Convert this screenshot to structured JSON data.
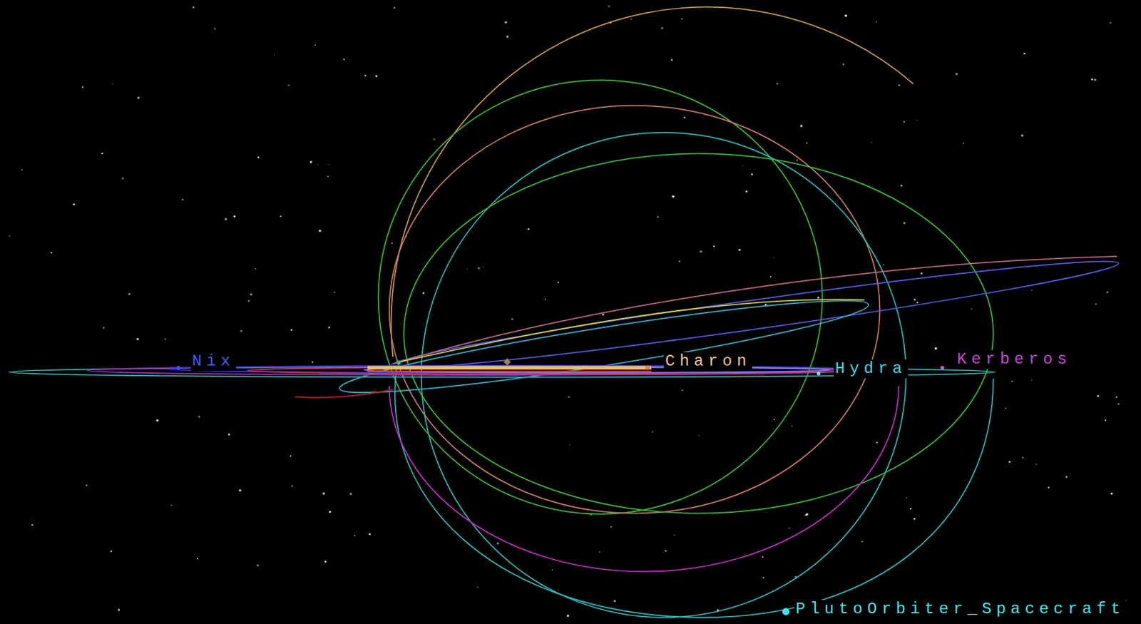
{
  "diagram": {
    "labels": [
      "Nix",
      "Charon",
      "Hydra",
      "Kerberos",
      "PlutoOrbiter_Spacecraft"
    ]
  }
}
